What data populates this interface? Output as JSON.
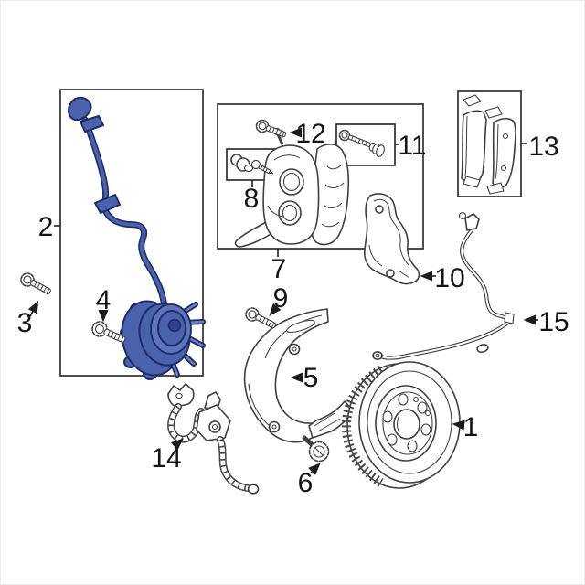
{
  "figure": {
    "background": "#ffffff",
    "line_color": "#3f3f3f",
    "box_color": "#2f2f2f",
    "label_color": "#151515",
    "highlight_fill": "#4b62ad",
    "highlight_outline": "#1d2b66"
  },
  "callouts": [
    "1",
    "2",
    "3",
    "4",
    "5",
    "6",
    "7",
    "8",
    "9",
    "10",
    "11",
    "12",
    "13",
    "14",
    "15"
  ]
}
